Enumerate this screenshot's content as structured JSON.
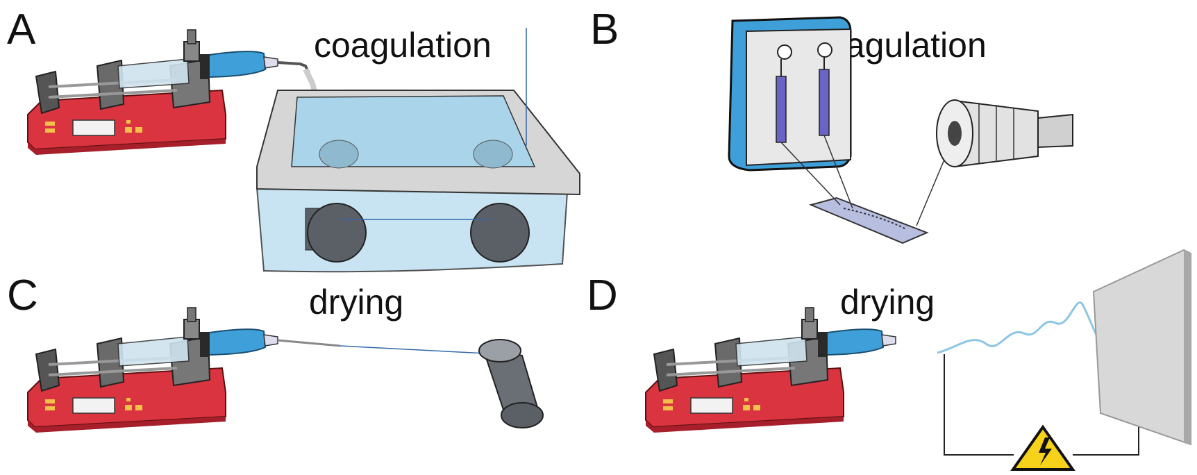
{
  "panels": [
    {
      "letter": "A",
      "caption": "coagulation"
    },
    {
      "letter": "B",
      "caption": "coagulation"
    },
    {
      "letter": "C",
      "caption": "drying"
    },
    {
      "letter": "D",
      "caption": "drying"
    }
  ],
  "colors": {
    "pump_body": "#d9343f",
    "pump_dark": "#a61f2a",
    "barrel_blue": "#3f9fd8",
    "bath_water": "#a9d4ea",
    "bath_rim": "#c9c9c9",
    "roller": "#5a6066",
    "collector_plate": "#d8d8d8",
    "fiber_blue": "#8cc6e4",
    "warning_yellow": "#f7d21b",
    "syringe_purple": "#6a64c4"
  },
  "icons": [
    "syringe-pump-icon",
    "coagulation-bath-icon",
    "microfluidic-chip-icon",
    "rotating-collector-icon",
    "high-voltage-warning-icon"
  ]
}
